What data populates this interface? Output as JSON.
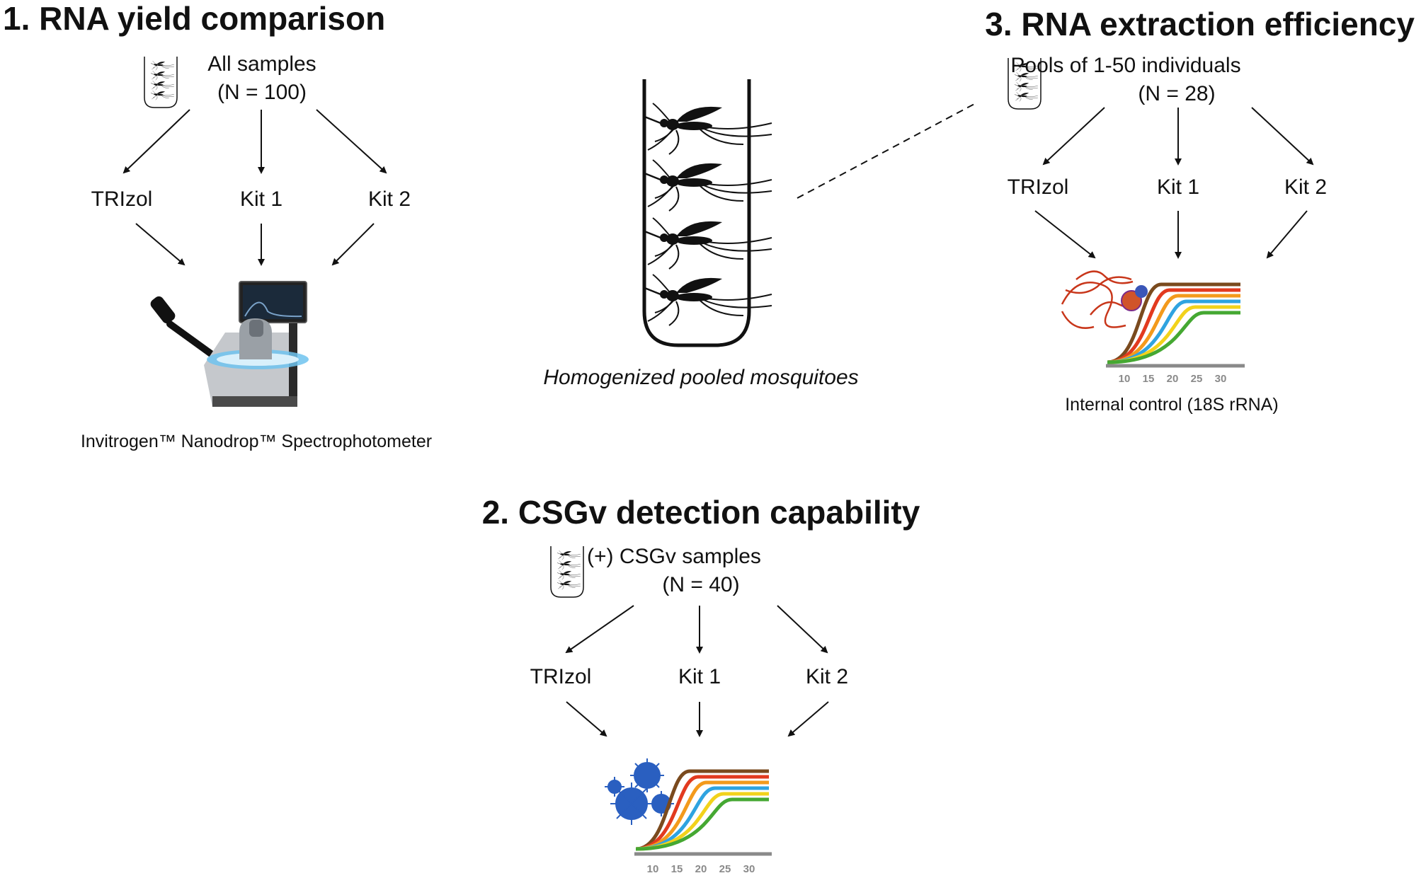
{
  "panel1": {
    "title": "1. RNA yield comparison",
    "sample_line1": "All samples",
    "sample_line2": "(N = 100)",
    "methods": [
      "TRIzol",
      "Kit 1",
      "Kit 2"
    ],
    "instrument_caption": "Invitrogen™ Nanodrop™ Spectrophotometer"
  },
  "center": {
    "caption": "Homogenized pooled mosquitoes"
  },
  "panel3": {
    "title": "3. RNA extraction efficiency",
    "sample_line1": "Pools of 1-50 individuals",
    "sample_line2": "(N = 28)",
    "methods": [
      "TRIzol",
      "Kit 1",
      "Kit 2"
    ],
    "ticks": [
      "10",
      "15",
      "20",
      "25",
      "30"
    ],
    "caption": "Internal control (18S rRNA)"
  },
  "panel2": {
    "title": "2. CSGv detection capability",
    "sample_line1": "(+) CSGv samples",
    "sample_line2": "(N = 40)",
    "methods": [
      "TRIzol",
      "Kit 1",
      "Kit 2"
    ],
    "ticks": [
      "10",
      "15",
      "20",
      "25",
      "30"
    ]
  },
  "colors": {
    "curves": [
      "#7a4a1e",
      "#e23a1f",
      "#f39a1c",
      "#2fa3e0",
      "#f2d21b",
      "#45a832"
    ],
    "axis": "#8a8a8a",
    "virus": "#2a5fc0",
    "ribbon": "#c8361a"
  }
}
